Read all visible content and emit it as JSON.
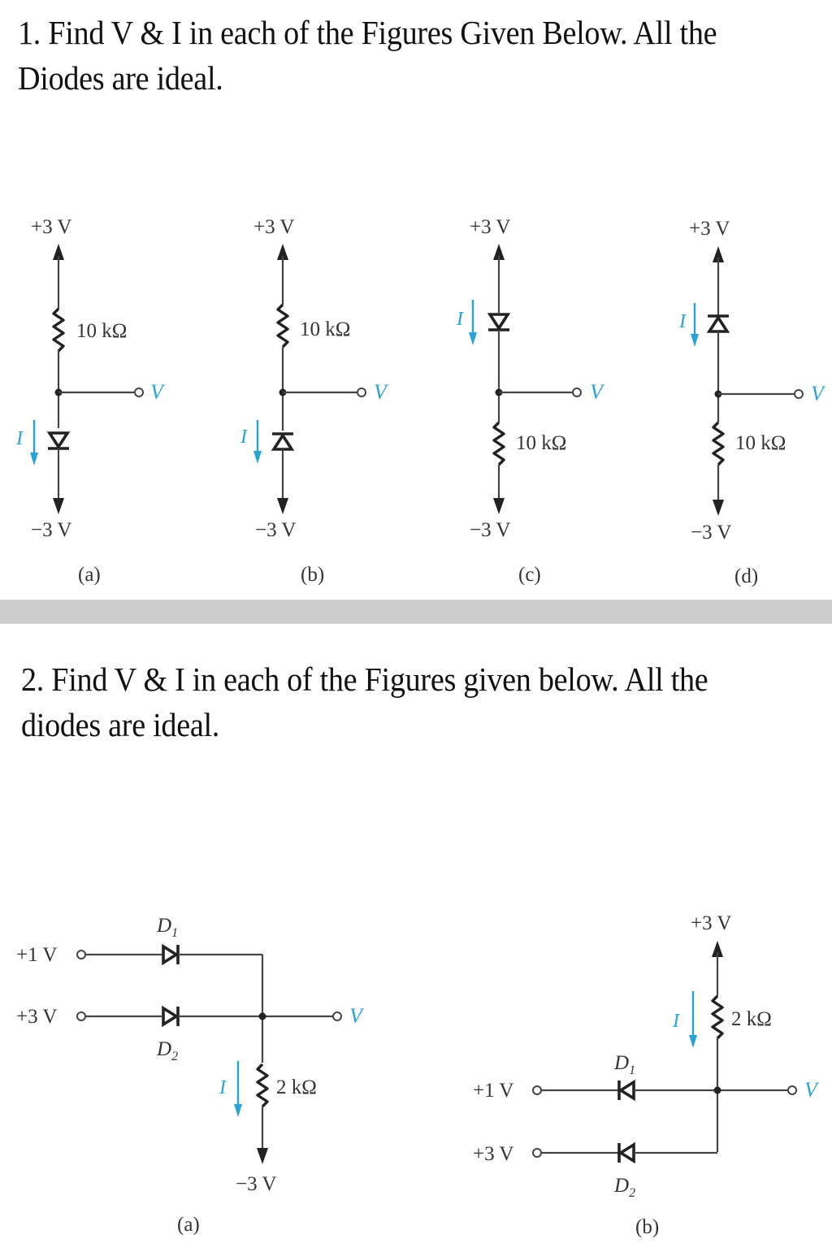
{
  "question1": {
    "text": "1. Find V & I in each of the Figures Given Below. All the Diodes are ideal.",
    "figures": [
      {
        "caption": "(a)",
        "top_supply": "+3 V",
        "bottom_supply": "−3 V",
        "resistor": "10 kΩ",
        "order": "resistor-top, diode-bottom",
        "diode_orientation": "anode-up (forward toward −3 V)",
        "current_label": "I",
        "output_label": "V"
      },
      {
        "caption": "(b)",
        "top_supply": "+3 V",
        "bottom_supply": "−3 V",
        "resistor": "10 kΩ",
        "order": "resistor-top, diode-bottom",
        "diode_orientation": "cathode-up (reverse)",
        "current_label": "I",
        "output_label": "V"
      },
      {
        "caption": "(c)",
        "top_supply": "+3 V",
        "bottom_supply": "−3 V",
        "resistor": "10 kΩ",
        "order": "diode-top, resistor-bottom",
        "diode_orientation": "anode-up (forward toward −3 V)",
        "current_label": "I",
        "output_label": "V"
      },
      {
        "caption": "(d)",
        "top_supply": "+3 V",
        "bottom_supply": "−3 V",
        "resistor": "10 kΩ",
        "order": "diode-top, resistor-bottom",
        "diode_orientation": "cathode-up (reverse)",
        "current_label": "I",
        "output_label": "V"
      }
    ]
  },
  "question2": {
    "text": "2. Find V & I in each of the Figures given below. All the diodes are ideal.",
    "figures": [
      {
        "caption": "(a)",
        "input1": "+1 V",
        "input2": "+3 V",
        "d1": "D",
        "d1_sub": "1",
        "d2": "D",
        "d2_sub": "2",
        "resistor": "2 kΩ",
        "supply": "−3 V",
        "current_label": "I",
        "output_label": "V"
      },
      {
        "caption": "(b)",
        "input1": "+1 V",
        "input2": "+3 V",
        "d1": "D",
        "d1_sub": "1",
        "d2": "D",
        "d2_sub": "2",
        "resistor": "2 kΩ",
        "supply": "+3 V",
        "current_label": "I",
        "output_label": "V"
      }
    ]
  },
  "colors": {
    "accent": "#29a3d6",
    "divider": "#cccccc",
    "ink": "#222222"
  }
}
